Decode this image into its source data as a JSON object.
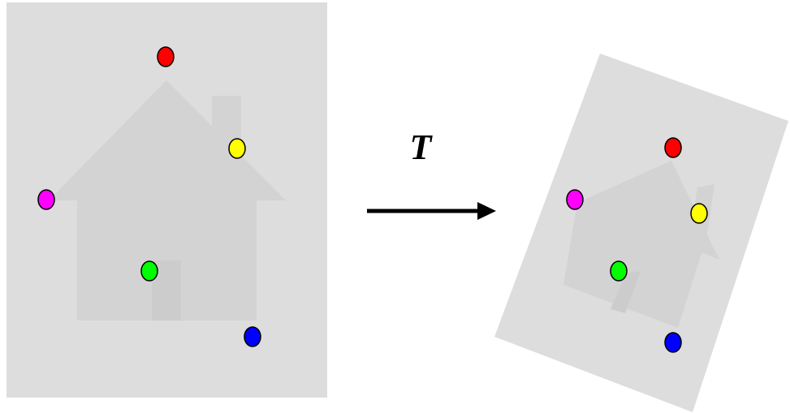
{
  "transform_label": "T",
  "colors": {
    "panel": "#dddddd",
    "house": "#d3d3d3",
    "house_detail": "#cccccc",
    "arrow": "#000000",
    "point_outline": "#000000"
  },
  "points": [
    {
      "name": "red",
      "color": "#ff0000"
    },
    {
      "name": "yellow",
      "color": "#ffff00"
    },
    {
      "name": "magenta",
      "color": "#ff00ff"
    },
    {
      "name": "green",
      "color": "#00ff00"
    },
    {
      "name": "blue",
      "color": "#0000ff"
    }
  ]
}
